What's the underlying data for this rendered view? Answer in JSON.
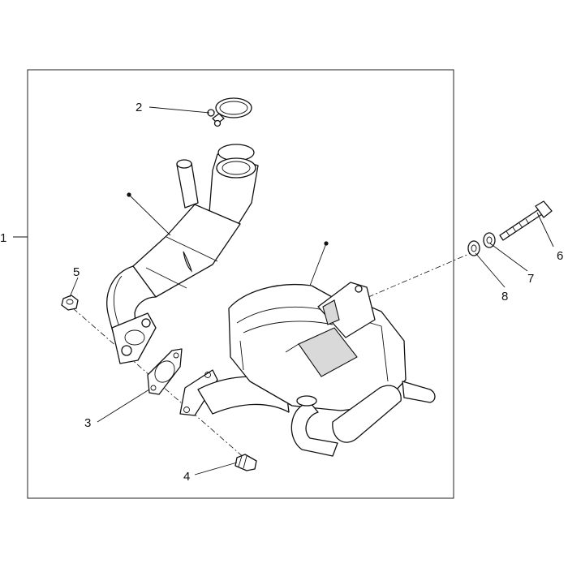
{
  "diagram": {
    "callouts": [
      {
        "id": "1",
        "text": "1"
      },
      {
        "id": "2",
        "text": "2"
      },
      {
        "id": "3",
        "text": "3"
      },
      {
        "id": "4",
        "text": "4"
      },
      {
        "id": "5",
        "text": "5"
      },
      {
        "id": "6",
        "text": "6"
      },
      {
        "id": "7",
        "text": "7"
      },
      {
        "id": "8",
        "text": "8"
      }
    ],
    "parts": [
      {
        "name": "exhaust-assembly",
        "callout": "1"
      },
      {
        "name": "clamp",
        "callout": "2"
      },
      {
        "name": "gasket",
        "callout": "3"
      },
      {
        "name": "stud-bolt",
        "callout": "4"
      },
      {
        "name": "nut",
        "callout": "5"
      },
      {
        "name": "screw",
        "callout": "6"
      },
      {
        "name": "washer",
        "callout": "7"
      },
      {
        "name": "spacer-washer",
        "callout": "8"
      }
    ],
    "colors": {
      "line": "#111111",
      "background": "#ffffff",
      "shade": "#d9d9d9"
    }
  }
}
